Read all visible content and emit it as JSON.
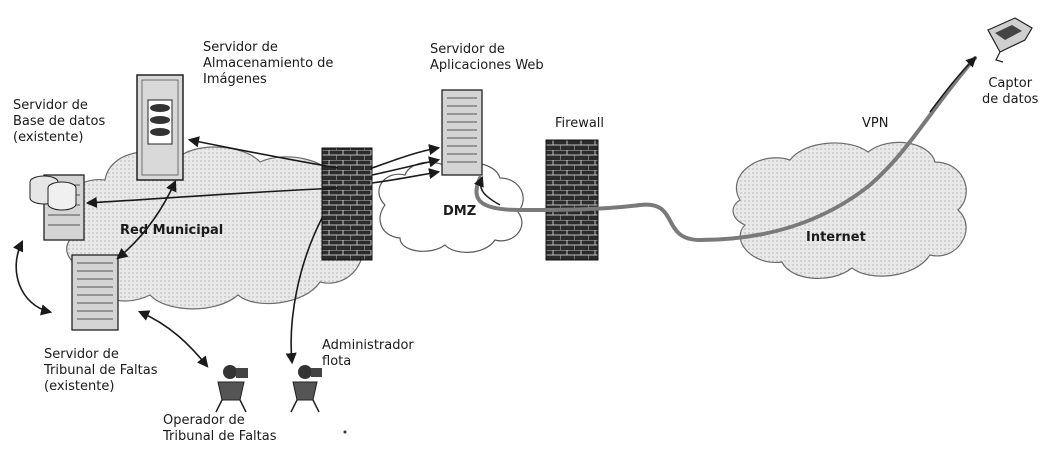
{
  "labels": {
    "db_server": "Servidor de\nBase de datos\n(existente)",
    "image_server": "Servidor de\nAlmacenamiento de\nImágenes",
    "web_server": "Servidor de\nAplicaciones Web",
    "firewall": "Firewall",
    "vpn": "VPN",
    "data_capture": "Captor\nde datos",
    "dmz": "DMZ",
    "municipal_net": "Red Municipal",
    "internet": "Internet",
    "tribunal_server": "Servidor de\nTribunal de Faltas\n(existente)",
    "fleet_admin": "Administrador\nflota",
    "tribunal_operator": "Operador de\nTribunal de Faltas"
  }
}
